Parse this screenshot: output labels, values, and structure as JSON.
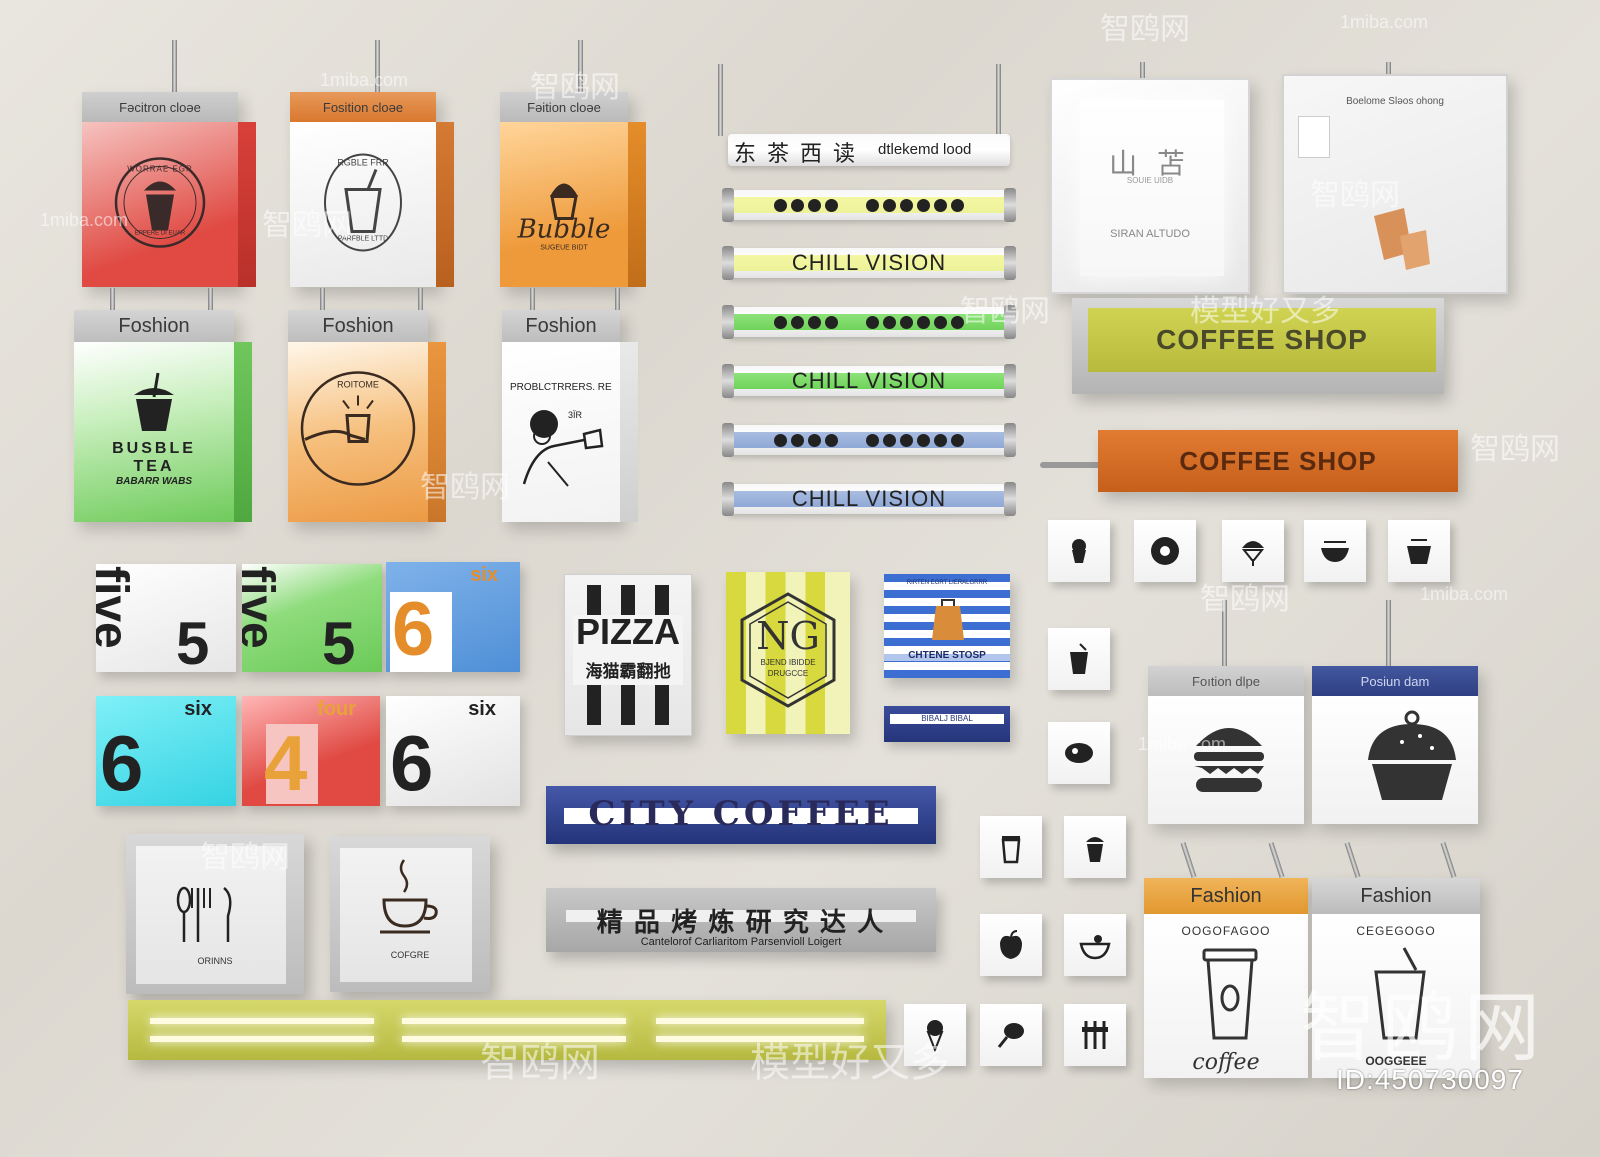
{
  "lightboxes_top": [
    {
      "label": "Fəcitron cloəe"
    },
    {
      "label": "Fosition cloəe"
    },
    {
      "label": "Fəition cloəe"
    }
  ],
  "lightboxes_mid": [
    {
      "label": "Foshion",
      "line1": "BUSBLE",
      "line2": "TEA",
      "line3": "BABARR WABS"
    },
    {
      "label": "Foshion",
      "ring": "ROITOME"
    },
    {
      "label": "Foshion",
      "caption": "PROBLCTRRERS. RE",
      "tag": "3ЇR"
    }
  ],
  "badge_top": {
    "ring": "WORRAE EGR",
    "bottom": "EPPERE DI EUAR"
  },
  "badge_bubble": {
    "word": "Bubble",
    "sub": "SUGEUE BIDT",
    "ring": "RGBLE FRR",
    "ring_bottom": "PARFBLE LTTD"
  },
  "tubes": {
    "hanging_cn": "东 茶 西 读",
    "hanging_en": "dtlekemd lood",
    "chill": "CHILL VISION"
  },
  "right_top": {
    "box1_cn": "山 苫",
    "box1_sub": "SOUIE UIDB",
    "box1_foot": "SIRAN ALTUDO",
    "box2_title": "Boelome Sləos ohong"
  },
  "coffee_shop": "COFFEE SHOP",
  "cubes": [
    {
      "word": "five",
      "digit": "5"
    },
    {
      "word": "five",
      "digit": "5"
    },
    {
      "word": "six",
      "digit": "6"
    },
    {
      "word": "six",
      "digit": "6"
    },
    {
      "word": "four",
      "digit": "4"
    },
    {
      "word": "six",
      "digit": "6"
    }
  ],
  "pizza": {
    "title": "PIZZA",
    "cn": "海猫霸翻扡"
  },
  "ng": {
    "mono": "NG",
    "line1": "BJEND IBIDDE",
    "line2": "DRUGCCE"
  },
  "chinese_stop": {
    "top": "RIRTEN EGRT LIERALGRRR",
    "main": "CHTENE STOSP",
    "strip": "BIBALJ BIBAL"
  },
  "city_coffee": "CITY COFFEE",
  "cn_banner": {
    "main": "精 品 烤 炼 研 究 达 人",
    "sub": "Cantelorof Carliaritom Parsenvioll Loigert"
  },
  "dining_boxes": [
    {
      "label": "ORINNS"
    },
    {
      "label": "COFGRE"
    }
  ],
  "right_boxes": [
    {
      "label": "Foıtion dlpe"
    },
    {
      "label": "Posiun dam"
    }
  ],
  "bottom_right": [
    {
      "label": "Fashion",
      "ring": "OOGOFAGOO",
      "bottom": "coffee"
    },
    {
      "label": "Fashion",
      "ring": "CEGEGOGO",
      "bottom": "OOGGEEE"
    }
  ],
  "watermarks": {
    "brand": "智鸥网",
    "domain": "1miba.com",
    "slogan": "模型好又多",
    "big": "智鸥网",
    "id": "ID:450730097"
  },
  "colors": {
    "red": "#e04a43",
    "white": "#f6f6f4",
    "orange": "#e98f2d",
    "green": "#7fcf6a",
    "peach": "#f2a45a",
    "olive": "#c8c94a",
    "burnt": "#d66a22",
    "navy": "#283e86",
    "cyan": "#35d3e3",
    "lightblue": "#4f8fd6"
  }
}
